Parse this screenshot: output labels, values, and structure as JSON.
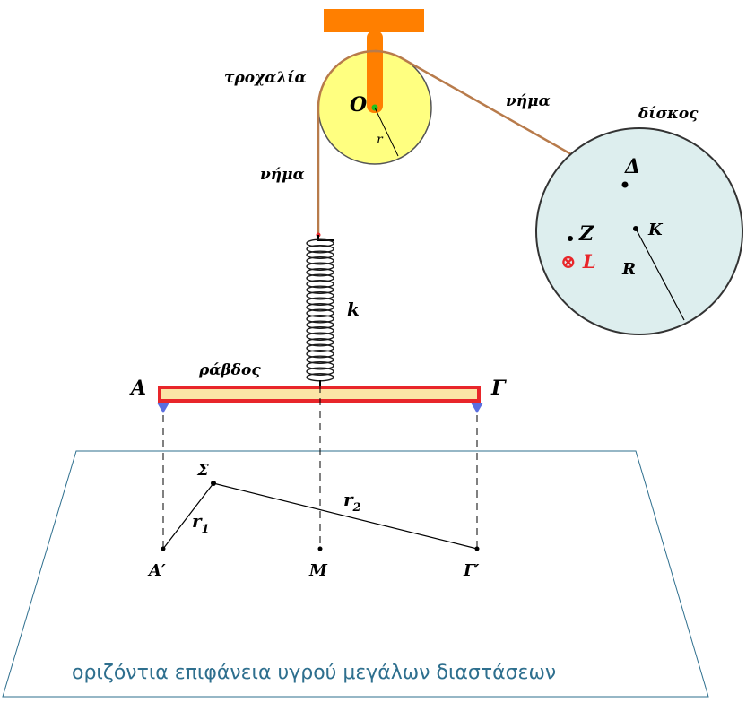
{
  "labels": {
    "pulley": "τροχαλία",
    "string_left": "νήμα",
    "string_right": "νήμα",
    "disk": "δίσκος",
    "rod": "ράβδος",
    "spring_k": "k",
    "pulley_center": "O",
    "pulley_radius": "r",
    "point_delta": "Δ",
    "point_z": "Z",
    "point_k": "K",
    "disk_radius": "R",
    "angular_momentum": "⊗ L",
    "end_a": "A",
    "end_gamma": "Γ",
    "point_sigma": "Σ",
    "r1": "r",
    "r1_sub": "1",
    "r2": "r",
    "r2_sub": "2",
    "proj_a": "A′",
    "proj_m": "M",
    "proj_gamma": "Γ′",
    "surface_caption": "οριζόντια επιφάνεια υγρού μεγάλων διαστάσεων"
  },
  "colors": {
    "support": "#ff7f00",
    "pulley_fill": "#ffff80",
    "string": "#b87b4b",
    "disk_fill": "#ddeeee",
    "rod_border": "#e8262a",
    "rod_fill": "#fbe5a6",
    "angular_momentum": "#e8262a",
    "caption": "#2e6f8e",
    "surface_border": "#2e6f8e",
    "support_marker": "#5a6ee0"
  }
}
